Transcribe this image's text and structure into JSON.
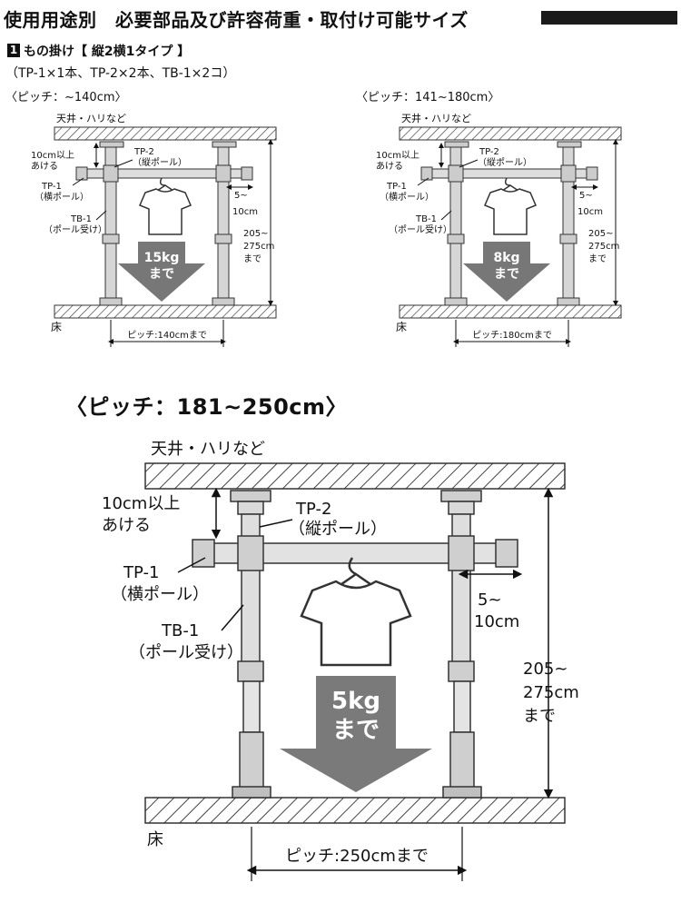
{
  "header": {
    "title": "使用用途別　必要部品及び許容荷重・取付け可能サイズ"
  },
  "section": {
    "number": "1",
    "title": "もの掛け【 縦2横1タイプ 】",
    "components": "（TP-1×1本、TP-2×2本、TB-1×2コ）"
  },
  "diagrams": [
    {
      "pitch_title": "〈ピッチ：~140cm〉",
      "load_line1": "15kg",
      "load_line2": "まで",
      "pitch_measure": "ピッチ:140cmまで"
    },
    {
      "pitch_title": "〈ピッチ：141~180cm〉",
      "load_line1": "8kg",
      "load_line2": "まで",
      "pitch_measure": "ピッチ:180cmまで"
    },
    {
      "pitch_title": "〈ピッチ：181~250cm〉",
      "load_line1": "5kg",
      "load_line2": "まで",
      "pitch_measure": "ピッチ:250cmまで"
    }
  ],
  "labels": {
    "ceiling": "天井・ハリなど",
    "floor": "床",
    "gap_line1": "10cm以上",
    "gap_line2": "あける",
    "tp2_line1": "TP-2",
    "tp2_line2": "（縦ポール）",
    "tp1_line1": "TP-1",
    "tp1_line2": "（横ポール）",
    "tb1_line1": "TB-1",
    "tb1_line2": "（ポール受け）",
    "overhang_line1": "5~",
    "overhang_line2": "10cm",
    "height_line1": "205~",
    "height_line2": "275cm",
    "height_line3": "まで"
  }
}
